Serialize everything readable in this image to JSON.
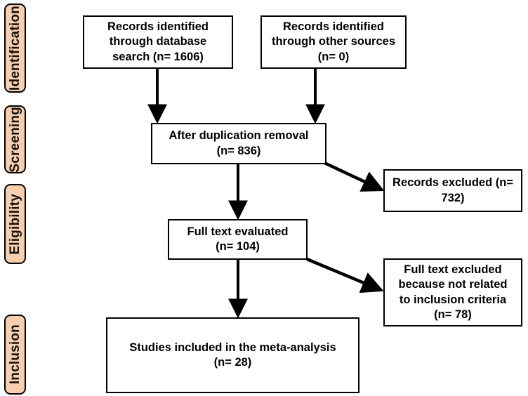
{
  "diagram": {
    "title": "PRISMA flow diagram",
    "type": "flowchart",
    "background_color": "#FFFFFF",
    "line_color": "#000000",
    "stage_tag_fill": "#F7CFAF",
    "stage_tag_border": "#000000"
  },
  "stages": [
    {
      "id": "identification",
      "label": "Identification"
    },
    {
      "id": "screening",
      "label": "Screening"
    },
    {
      "id": "eligibility",
      "label": "Eligibility"
    },
    {
      "id": "inclusion",
      "label": "Inclusion"
    }
  ],
  "boxes": {
    "database_search": {
      "id": "records-identified-database",
      "text": "Records identified\nthrough database\nsearch (n= 1606)",
      "count_label": "n= 1606",
      "count": 1606
    },
    "other_sources": {
      "id": "records-identified-other",
      "text": "Records identified\nthrough other sources\n(n= 0)",
      "count_label": "n= 0",
      "count": 0
    },
    "after_duplication": {
      "id": "after-duplication-removal",
      "text": "After duplication removal\n(n= 836)",
      "count_label": "n= 836",
      "count": 836
    },
    "records_excluded": {
      "id": "records-excluded",
      "text": "Records excluded (n=\n732)",
      "count_label": "n= 732",
      "count": 732
    },
    "full_text_evaluated": {
      "id": "full-text-evaluated",
      "text": "Full text evaluated\n(n= 104)",
      "count_label": "n= 104",
      "count": 104
    },
    "full_text_excluded": {
      "id": "full-text-excluded",
      "text": "Full text excluded\nbecause not related\nto inclusion criteria\n(n= 78)",
      "count_label": "n= 78",
      "count": 78
    },
    "studies_included": {
      "id": "studies-included-meta-analysis",
      "text": "Studies included in the meta-analysis\n(n= 28)",
      "count_label": "n= 28",
      "count": 28
    }
  },
  "connectors": [
    {
      "id": "database-to-dedup",
      "from": "database_search",
      "to": "after_duplication",
      "kind": "vertical-arrow"
    },
    {
      "id": "other-to-dedup",
      "from": "other_sources",
      "to": "after_duplication",
      "kind": "vertical-arrow"
    },
    {
      "id": "dedup-to-excluded",
      "from": "after_duplication",
      "to": "records_excluded",
      "kind": "diagonal-arrow"
    },
    {
      "id": "dedup-to-fulltext",
      "from": "after_duplication",
      "to": "full_text_evaluated",
      "kind": "vertical-arrow"
    },
    {
      "id": "fulltext-to-excluded",
      "from": "full_text_evaluated",
      "to": "full_text_excluded",
      "kind": "diagonal-arrow"
    },
    {
      "id": "fulltext-to-included",
      "from": "full_text_evaluated",
      "to": "studies_included",
      "kind": "vertical-arrow"
    }
  ]
}
